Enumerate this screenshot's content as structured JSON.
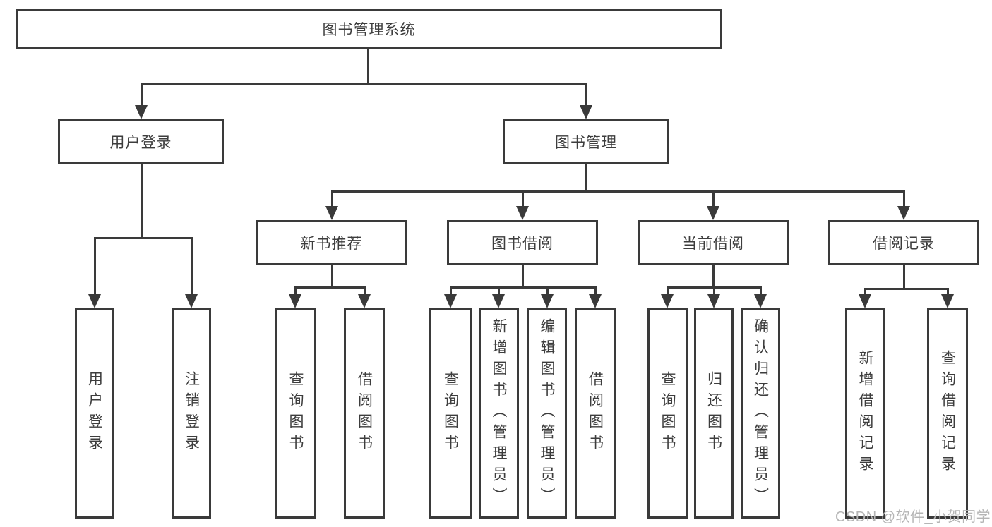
{
  "colors": {
    "line": "#3a3a3a",
    "text": "#3d3d3d",
    "background": "#ffffff",
    "watermark": "#b5b5b5"
  },
  "tree": {
    "root": "图书管理系统",
    "user_login": {
      "label": "用户登录",
      "children": [
        "用户登录",
        "注销登录"
      ]
    },
    "book_mgmt": {
      "label": "图书管理",
      "sections": {
        "new_book": {
          "label": "新书推荐",
          "children": [
            "查询图书",
            "借阅图书"
          ]
        },
        "book_borrow": {
          "label": "图书借阅",
          "children": [
            "查询图书",
            "新增图书（管理员）",
            "编辑图书（管理员）",
            "借阅图书"
          ]
        },
        "current_borrow": {
          "label": "当前借阅",
          "children": [
            "查询图书",
            "归还图书",
            "确认归还（管理员）"
          ]
        },
        "borrow_record": {
          "label": "借阅记录",
          "children": [
            "新增借阅记录",
            "查询借阅记录"
          ]
        }
      }
    }
  },
  "watermark": "CSDN @软件_小贺同学"
}
